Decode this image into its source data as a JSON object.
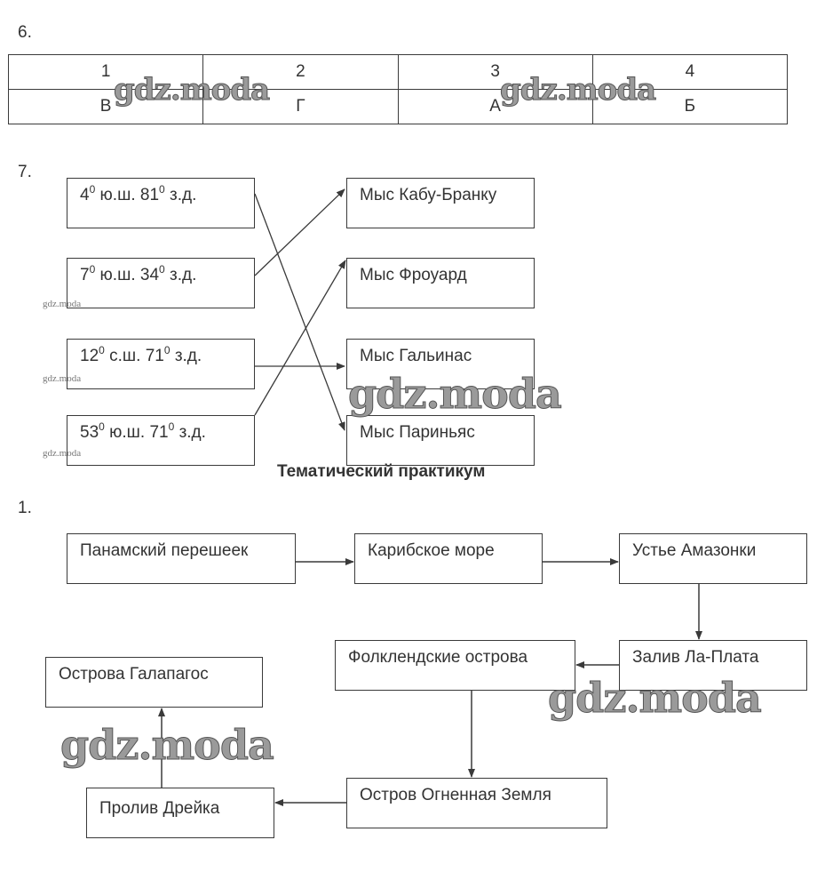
{
  "task6": {
    "label": "6.",
    "headers": [
      "1",
      "2",
      "3",
      "4"
    ],
    "answers": [
      "В",
      "Г",
      "А",
      "Б"
    ]
  },
  "task7": {
    "label": "7.",
    "coordinates": [
      {
        "lat": "4",
        "lat_hemi": "ю.ш.",
        "lon": "81",
        "lon_hemi": "з.д.",
        "deg": "0"
      },
      {
        "lat": "7",
        "lat_hemi": "ю.ш.",
        "lon": "34",
        "lon_hemi": "з.д.",
        "deg": "0"
      },
      {
        "lat": "12",
        "lat_hemi": "с.ш.",
        "lon": "71",
        "lon_hemi": "з.д.",
        "deg": "0"
      },
      {
        "lat": "53",
        "lat_hemi": "ю.ш.",
        "lon": "71",
        "lon_hemi": "з.д.",
        "deg": "0"
      }
    ],
    "capes": [
      "Мыс Кабу-Бранку",
      "Мыс Фроуард",
      "Мыс Гальинас",
      "Мыс Париньяс"
    ],
    "matches": [
      {
        "from": 0,
        "to": 3
      },
      {
        "from": 1,
        "to": 0
      },
      {
        "from": 2,
        "to": 2
      },
      {
        "from": 3,
        "to": 1
      }
    ]
  },
  "section_title": "Тематический практикум",
  "task1": {
    "label": "1.",
    "route": [
      "Панамский перешеек",
      "Карибское море",
      "Устье Амазонки",
      "Залив Ла-Плата",
      "Фолклендские острова",
      "Остров Огненная Земля",
      "Пролив Дрейка",
      "Острова Галапагос"
    ]
  },
  "watermark": {
    "text": "gdz.moda"
  }
}
